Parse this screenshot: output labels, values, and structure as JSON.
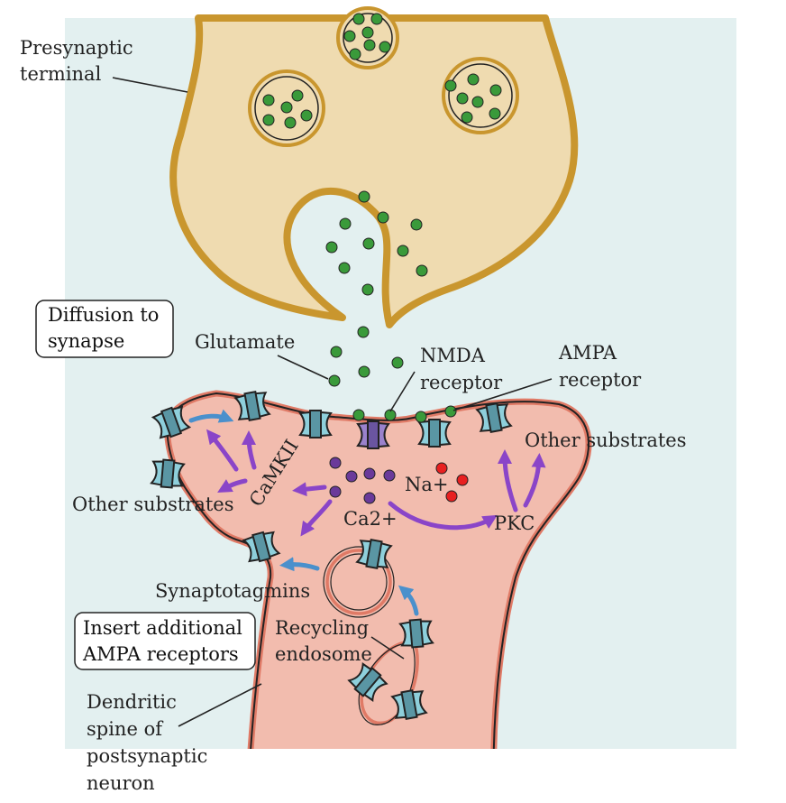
{
  "labels": {
    "presynaptic_1": "Presynaptic",
    "presynaptic_2": "terminal",
    "diffusion_1": "Diffusion to",
    "diffusion_2": "synapse",
    "glutamate": "Glutamate",
    "nmda_1": "NMDA",
    "nmda_2": "receptor",
    "ampa_1": "AMPA",
    "ampa_2": "receptor",
    "other_substrates_right": "Other substrates",
    "other_substrates_left": "Other substrates",
    "camkii": "CaMKII",
    "na": "Na+",
    "ca": "Ca2+",
    "pkc": "PKC",
    "synaptotagmins": "Synaptotagmins",
    "insert_1": "Insert additional",
    "insert_2": "AMPA receptors",
    "recycling_1": "Recycling",
    "recycling_2": "endosome",
    "dendritic_1": "Dendritic",
    "dendritic_2": "spine of",
    "dendritic_3": "postsynaptic",
    "dendritic_4": "neuron"
  },
  "colors": {
    "background_panel": "#e3f0f0",
    "presynaptic_fill": "#efdbb0",
    "presynaptic_outline": "#c9962e",
    "glutamate_dot": "#3a9a3a",
    "postsynaptic_fill": "#f2bcae",
    "postsynaptic_outline": "#e07a66",
    "ampa_receptor": "#8ecfdb",
    "nmda_receptor": "#9a82cc",
    "calcium_ion": "#6a3a9a",
    "sodium_ion": "#e82020",
    "purple_arrow": "#8a45c8",
    "blue_arrow": "#4a90cc"
  }
}
